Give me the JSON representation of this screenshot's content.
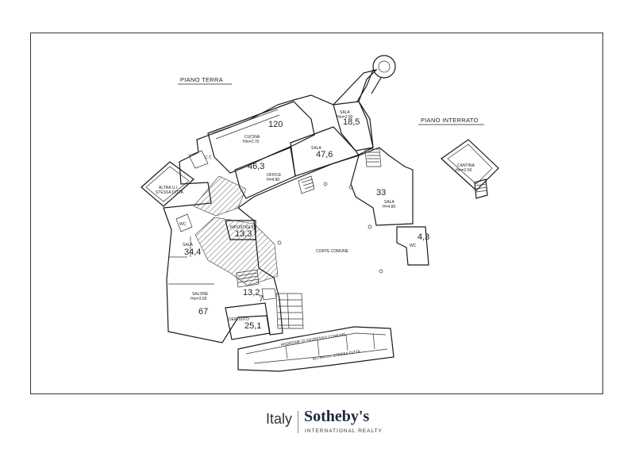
{
  "floor_labels": {
    "ground": "PIANO TERRA",
    "basement": "PIANO INTERRATO"
  },
  "rooms": {
    "cucina_name": "CUCINA",
    "cucina_height": "Hm=2.70",
    "area_120": "120",
    "sala_top_name": "SALA",
    "sala_top_height": "Hm=2.50",
    "area_18_5": "18,5",
    "sala_mid_name": "SALA",
    "area_47_6": "47,6",
    "area_46_3": "46,3",
    "office_name": "OFFICE",
    "office_height": "H=4.80",
    "ct": "C.T.",
    "altra_ui_1": "ALTRA U.I.",
    "altra_ui_2": "STESSA DITTA",
    "area_33": "33",
    "sala_right_name": "SALA",
    "sala_right_height": "H=4.80",
    "area_4_3": "4,3",
    "wc_right": "WC",
    "wc_small": "WC",
    "ripostiglio": "RIPOSTIGLIO",
    "area_13_3": "13,3",
    "sala_left_name": "SALA",
    "area_34_4": "34,4",
    "corte_comune": "CORTE COMUNE",
    "area_7": "7",
    "area_13_2": "13,2",
    "salone_name": "SALONE",
    "salone_height": "Hm=3.00",
    "area_67": "67",
    "deposito": "DEPOSITO",
    "area_25_1": "25,1",
    "androne": "ANDRONE DI INGRESSO COMUNE",
    "altra_ui_bottom": "ALTRA U.I. STESSA DITTA",
    "cantina_name": "CANTINA",
    "cantina_height": "Hm=2.50"
  },
  "footer": {
    "country": "Italy",
    "brand": "Sotheby's",
    "subtitle": "INTERNATIONAL REALTY"
  }
}
